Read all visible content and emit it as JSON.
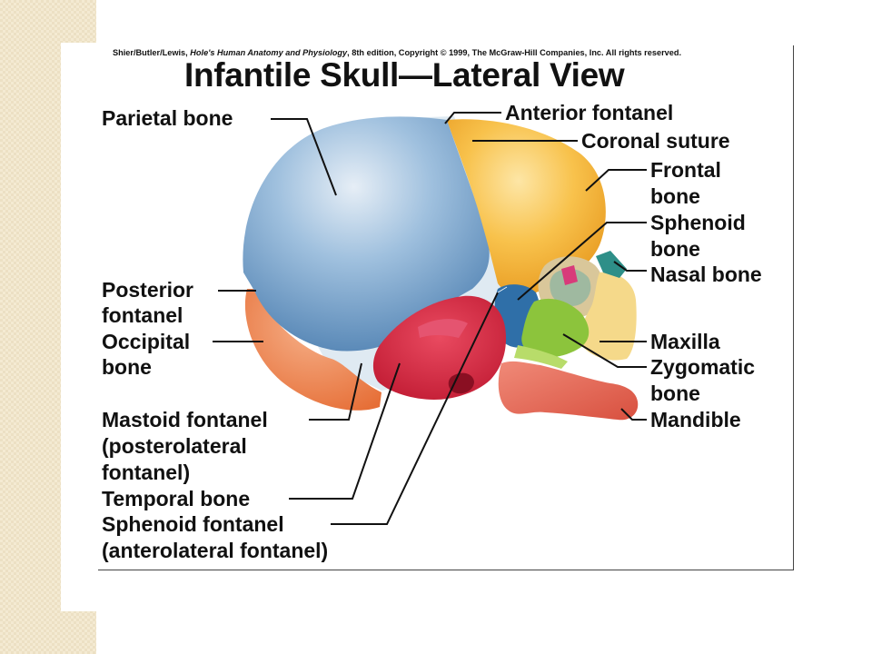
{
  "credit": {
    "authors": "Shier/Butler/Lewis,",
    "book": "Hole's Human Anatomy and Physiology",
    "rest": ", 8th edition, Copyright © 1999, The McGraw-Hill Companies, Inc.  All rights reserved."
  },
  "title": "Infantile Skull—Lateral View",
  "labels": {
    "parietal_bone": "Parietal bone",
    "anterior_fontanel": "Anterior fontanel",
    "coronal_suture": "Coronal suture",
    "frontal_bone_1": "Frontal",
    "frontal_bone_2": "bone",
    "sphenoid_bone_1": "Sphenoid",
    "sphenoid_bone_2": "bone",
    "nasal_bone": "Nasal bone",
    "posterior_fontanel_1": "Posterior",
    "posterior_fontanel_2": "fontanel",
    "occipital_bone_1": "Occipital",
    "occipital_bone_2": "bone",
    "maxilla": "Maxilla",
    "zygomatic_bone_1": "Zygomatic",
    "zygomatic_bone_2": "bone",
    "mandible": "Mandible",
    "mastoid_fontanel_1": "Mastoid fontanel",
    "mastoid_fontanel_2": "(posterolateral",
    "mastoid_fontanel_3": "fontanel)",
    "temporal_bone": "Temporal bone",
    "sphenoid_fontanel_1": "Sphenoid fontanel",
    "sphenoid_fontanel_2": "(anterolateral fontanel)"
  },
  "colors": {
    "parietal": "#7aa6cc",
    "frontal": "#f6b43a",
    "occipital": "#ef8a4a",
    "temporal": "#d8283e",
    "sphenoid": "#2f6fa8",
    "zygomatic": "#8cc43c",
    "maxilla": "#f5d98a",
    "mandible": "#e8695a",
    "nasal": "#2e8f88",
    "fontanel": "#dfeaf2"
  }
}
